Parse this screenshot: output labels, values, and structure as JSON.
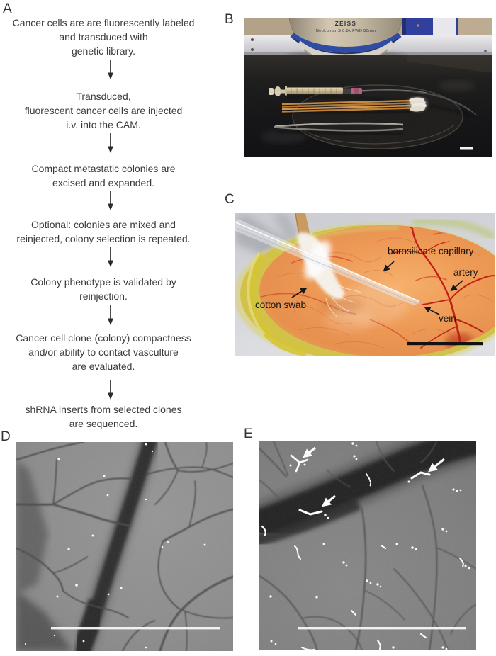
{
  "panels": {
    "A": {
      "label": "A",
      "steps": [
        "Cancer cells are are fluorescently labeled\nand transduced with\ngenetic library.",
        "Transduced,\nfluorescent cancer cells are injected\ni.v. into the CAM.",
        "Compact metastatic colonies are\nexcised and expanded.",
        "Optional: colonies are mixed and\nreinjected, colony selection is repeated.",
        "Colony phenotype is validated by\nreinjection.",
        "Cancer cell clone (colony) compactness\nand/or ability to contact vasculture\nare evaluated.",
        "shRNA inserts from selected clones\nare sequenced."
      ]
    },
    "B": {
      "label": "B",
      "objective_brand": "ZEISS",
      "objective_spec": "NeoLumar S  0.8x  FWD 80mm"
    },
    "C": {
      "label": "C",
      "annotations": {
        "cotton_swab": "cotton swab",
        "capillary": "borosilicate capillary",
        "artery": "artery",
        "vein": "vein"
      }
    },
    "D": {
      "label": "D"
    },
    "E": {
      "label": "E"
    }
  },
  "colors": {
    "flow_text": "#3b3b3b",
    "objective_band_blue": "#2b49a4",
    "membrane_orange": "#ef9a54",
    "vessel_red": "#c21f12",
    "micrograph_gray": "#8c8c8c"
  }
}
